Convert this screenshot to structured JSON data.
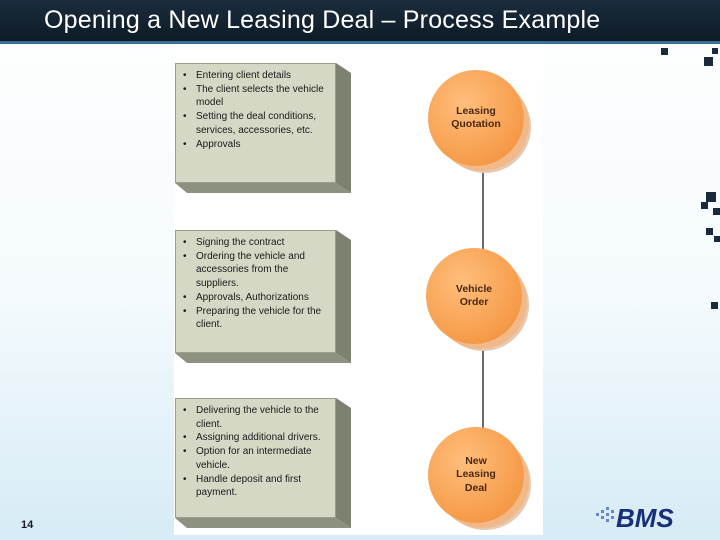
{
  "slide": {
    "title": "Opening a New Leasing Deal – Process Example",
    "page_number": "14"
  },
  "stages": [
    {
      "label": "Leasing\nQuotation",
      "items": [
        "Entering client details",
        "The client selects the vehicle model",
        "Setting the deal conditions, services, accessories, etc.",
        "Approvals"
      ]
    },
    {
      "label": "Vehicle\nOrder",
      "items": [
        "Signing the contract",
        "Ordering the vehicle and accessories from the suppliers.",
        "Approvals, Authorizations",
        "Preparing the vehicle for the client."
      ]
    },
    {
      "label": "New\nLeasing\nDeal",
      "items": [
        "Delivering the vehicle to the client.",
        "Assigning additional drivers.",
        "Option for an intermediate vehicle.",
        "Handle deposit and first payment."
      ]
    }
  ],
  "logo": {
    "text": "BMS",
    "color": "#1a2f7a"
  },
  "colors": {
    "title_bar": "#0d1a26",
    "stage_circle": "#f7a050",
    "note_box": "#d5d8c5"
  }
}
